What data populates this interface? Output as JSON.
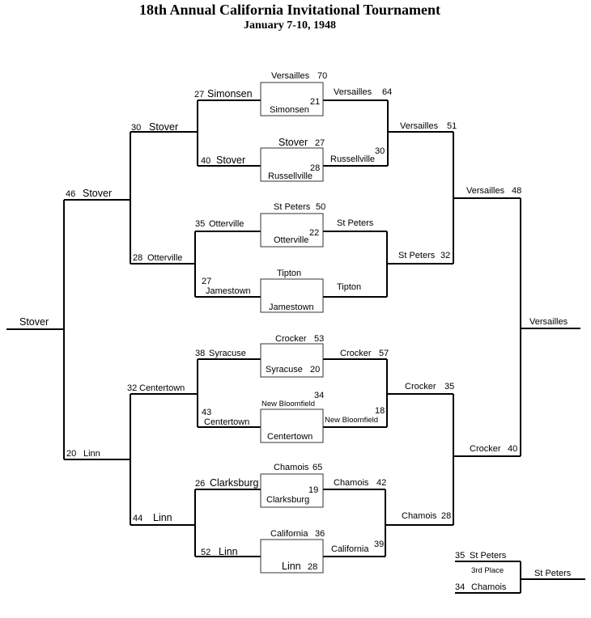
{
  "title": "18th Annual California Invitational Tournament",
  "subtitle": "January 7-10, 1948",
  "labels": {
    "champion_left": "Stover",
    "champion_right": "Versailles",
    "third_place_label": "3rd Place",
    "third_place_winner": "St Peters"
  },
  "left": {
    "r1": [
      {
        "name": "Simonsen",
        "score": "27"
      },
      {
        "name": "Stover",
        "score": "40"
      },
      {
        "name": "Otterville",
        "score": "35"
      },
      {
        "name": "Jamestown",
        "score": "27"
      },
      {
        "name": "Syracuse",
        "score": "38"
      },
      {
        "name": "Centertown",
        "score": "43"
      },
      {
        "name": "Clarksburg",
        "score": "26"
      },
      {
        "name": "Linn",
        "score": "52"
      }
    ],
    "r2": [
      {
        "name": "Stover",
        "score": "30"
      },
      {
        "name": "Otterville",
        "score": "28"
      },
      {
        "name": "Centertown",
        "score": "32"
      },
      {
        "name": "Linn",
        "score": "44"
      }
    ],
    "r3": [
      {
        "name": "Stover",
        "score": "46"
      },
      {
        "name": "Linn",
        "score": "20"
      }
    ]
  },
  "middle": [
    {
      "top": "Versailles",
      "top_score": "70",
      "bottom": "Simonsen",
      "bottom_score": "21"
    },
    {
      "top": "Stover",
      "top_score": "27",
      "bottom": "Russellville",
      "bottom_score": "28"
    },
    {
      "top": "St Peters",
      "top_score": "50",
      "bottom": "Otterville",
      "bottom_score": "22"
    },
    {
      "top": "Tipton",
      "top_score": "",
      "bottom": "Jamestown",
      "bottom_score": ""
    },
    {
      "top": "Crocker",
      "top_score": "53",
      "bottom": "Syracuse",
      "bottom_score": "20"
    },
    {
      "top": "New Bloomfield",
      "top_score": "34",
      "bottom": "Centertown",
      "bottom_score": ""
    },
    {
      "top": "Chamois",
      "top_score": "65",
      "bottom": "Clarksburg",
      "bottom_score": "19"
    },
    {
      "top": "California",
      "top_score": "36",
      "bottom": "Linn",
      "bottom_score": "28"
    }
  ],
  "right": {
    "r1": [
      {
        "name": "Versailles",
        "score": "64"
      },
      {
        "name": "Russellville",
        "score": "30"
      },
      {
        "name": "St Peters",
        "score": ""
      },
      {
        "name": "Tipton",
        "score": ""
      },
      {
        "name": "Crocker",
        "score": "57"
      },
      {
        "name": "New Bloomfield",
        "score": "18"
      },
      {
        "name": "Chamois",
        "score": "42"
      },
      {
        "name": "California",
        "score": "39"
      }
    ],
    "r2": [
      {
        "name": "Versailles",
        "score": "51"
      },
      {
        "name": "St Peters",
        "score": "32"
      },
      {
        "name": "Crocker",
        "score": "35"
      },
      {
        "name": "Chamois",
        "score": "28"
      }
    ],
    "r3": [
      {
        "name": "Versailles",
        "score": "48"
      },
      {
        "name": "Crocker",
        "score": "40"
      }
    ]
  },
  "third_place": [
    {
      "name": "St Peters",
      "score": "35"
    },
    {
      "name": "Chamois",
      "score": "34"
    }
  ]
}
